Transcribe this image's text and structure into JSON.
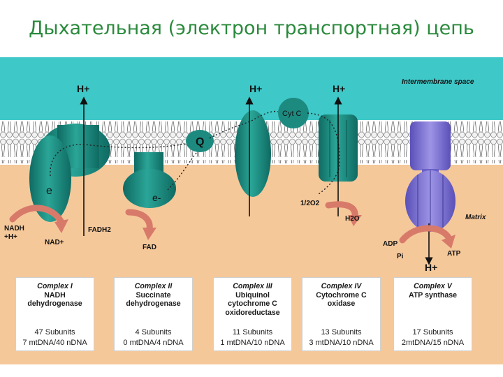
{
  "title": "Дыхательная (электрон транспортная) цепь",
  "colors": {
    "intermembrane": "#3ec8c8",
    "matrix": "#f5c89a",
    "complex": "#1d8a80",
    "atp_synthase": "#8a7fd8",
    "arrow": "#d87a6a"
  },
  "labels": {
    "intermembrane_space": "Intermembrane space",
    "matrix": "Matrix",
    "h1": "H+",
    "h2": "H+",
    "h3": "H+",
    "h4": "H+",
    "cytc": "Cyt C",
    "q": "Q",
    "e1": "e",
    "e2": "e-",
    "nadh": "NADH",
    "nadh_h": "+H+",
    "nad": "NAD+",
    "fadh2": "FADH2",
    "fad": "FAD",
    "o2": "1/2O2",
    "h2o": "H2O",
    "adp": "ADP",
    "pi": "Pi",
    "atp": "ATP"
  },
  "complexes": [
    {
      "name_lines": [
        "Complex I",
        "NADH",
        "dehydrogenase"
      ],
      "subunits": "47 Subunits",
      "dna": "7 mtDNA/40 nDNA"
    },
    {
      "name_lines": [
        "Complex II",
        "Succinate",
        "dehydrogenase"
      ],
      "subunits": "4 Subunits",
      "dna": "0 mtDNA/4 nDNA"
    },
    {
      "name_lines": [
        "Complex III",
        "Ubiquinol",
        "cytochrome C",
        "oxidoreductase"
      ],
      "subunits": "11 Subunits",
      "dna": "1 mtDNA/10 nDNA"
    },
    {
      "name_lines": [
        "Complex IV",
        "Cytochrome C",
        "oxidase"
      ],
      "subunits": "13 Subunits",
      "dna": "3 mtDNA/10 nDNA"
    },
    {
      "name_lines": [
        "Complex V",
        "ATP synthase"
      ],
      "subunits": "17 Subunits",
      "dna": "2mtDNA/15 nDNA"
    }
  ]
}
